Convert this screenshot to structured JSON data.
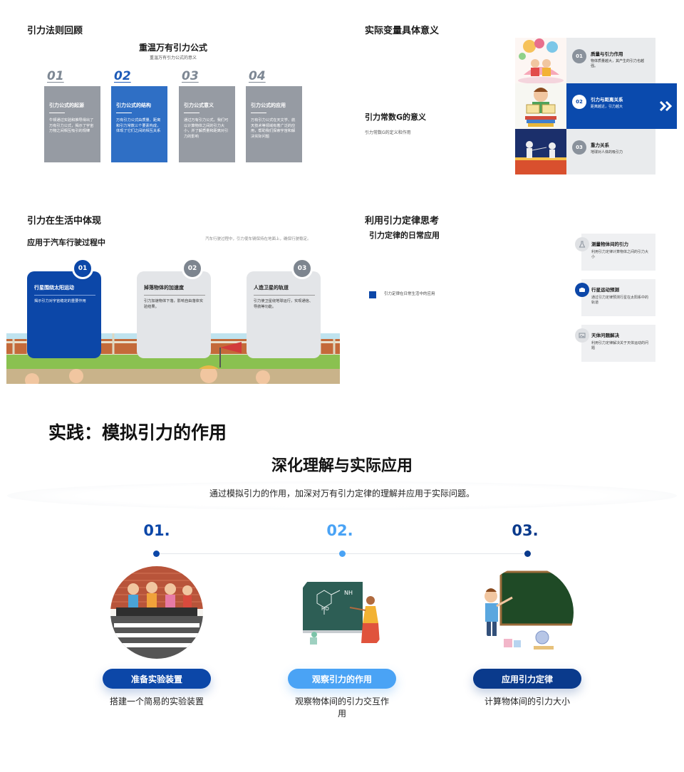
{
  "panel1": {
    "title": "引力法则回顾",
    "subtitle": "重温万有引力公式",
    "subtitle_small": "重温万有引力公式的意义",
    "cards": [
      {
        "num": "01",
        "title": "引力公式的起源",
        "desc": "牛顿通过实验和推导得出了万有引力公式，揭示了宇宙万物之间相互吸引的规律"
      },
      {
        "num": "02",
        "title": "引力公式的结构",
        "desc": "万有引力公式由质量、距离和引力常数三个要素构成，体现了它们之间的相互关系"
      },
      {
        "num": "03",
        "title": "引力公式意义",
        "desc": "通过万有引力公式，我们可以计算物体之间的引力大小，并了解质量和距离对引力的影响"
      },
      {
        "num": "04",
        "title": "引力公式的应用",
        "desc": "万有引力公式在天文学、航天技术等领域有着广泛的应用，帮助我们探索宇宙和解决实际问题"
      }
    ]
  },
  "panel2": {
    "title": "实际变量具体意义",
    "subtitle": "引力常数G的意义",
    "subtitle_small": "引力常数G的定义和作用",
    "rows": [
      {
        "num": "01",
        "title": "质量与引力作用",
        "desc": "物体质量越大，其产生的引力也越强。"
      },
      {
        "num": "02",
        "title": "引力与距离关系",
        "desc": "距离越近，引力越大"
      },
      {
        "num": "03",
        "title": "重力关系",
        "desc": "地球对人体的吸引力"
      }
    ]
  },
  "panel3": {
    "title": "引力在生活中体现",
    "subtitle": "应用于汽车行驶过程中",
    "note": "汽车行驶过程中，引力使车辆保持在地面上，确保行驶稳定。",
    "cards": [
      {
        "num": "01",
        "title": "行星围绕太阳运动",
        "desc": "揭示引力对宇宙稳定的重要作用"
      },
      {
        "num": "02",
        "title": "掉落物体的加速度",
        "desc": "引力加速物体下落，影响自由落体实验结果。"
      },
      {
        "num": "03",
        "title": "人造卫星的轨道",
        "desc": "引力使卫星绕地球运行，实现通信、导航等功能。"
      }
    ]
  },
  "panel4": {
    "title": "利用引力定律思考",
    "subtitle": "引力定律的日常应用",
    "legend": "引力定律在日常生活中的应用",
    "accent": "#0c47a8",
    "items": [
      {
        "icon": "flask-icon",
        "title": "测量物体间的引力",
        "desc": "利用引力定律计算物体之间的引力大小"
      },
      {
        "icon": "globe-icon",
        "title": "行星运动预测",
        "desc": "通过引力定律预测行星在太阳系中的轨道"
      },
      {
        "icon": "image-icon",
        "title": "天体问题解决",
        "desc": "利用引力定律解决关于天体运动的问题"
      }
    ]
  },
  "panel5": {
    "title": "实践：模拟引力的作用",
    "subtitle": "深化理解与实际应用",
    "intro": "通过模拟引力的作用，加深对万有引力定律的理解并应用于实际问题。",
    "steps": [
      {
        "num": "01.",
        "label": "准备实验装置",
        "desc": "搭建一个简易的实验装置",
        "color": "#0c47a8"
      },
      {
        "num": "02.",
        "label": "观察引力的作用",
        "desc": "观察物体间的引力交互作用",
        "color": "#4aa3f5"
      },
      {
        "num": "03.",
        "label": "应用引力定律",
        "desc": "计算物体间的引力大小",
        "color": "#0a3a8c"
      }
    ]
  }
}
